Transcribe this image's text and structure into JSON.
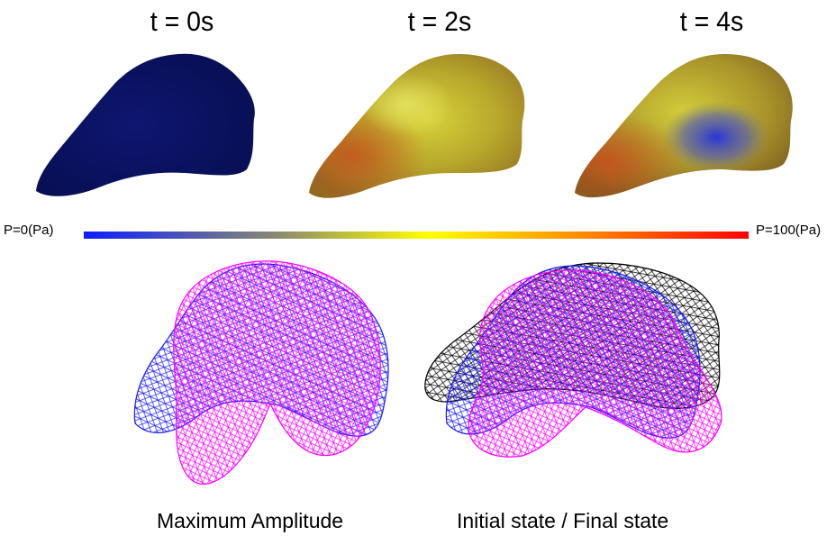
{
  "time_labels": [
    "t = 0s",
    "t = 2s",
    "t = 4s"
  ],
  "colorbar": {
    "min_label": "P=0(Pa)",
    "max_label": "P=100(Pa)",
    "colors": [
      "#0b1dff",
      "#9a9a60",
      "#ffff00",
      "#ff8a00",
      "#ff0000"
    ]
  },
  "panels": {
    "t0_color": "#0c1466",
    "mesh_colors": {
      "blue": "#1a1aff",
      "magenta": "#ff00ff",
      "black": "#000000"
    }
  },
  "captions": {
    "left": "Maximum Amplitude",
    "right": "Initial state / Final state"
  }
}
